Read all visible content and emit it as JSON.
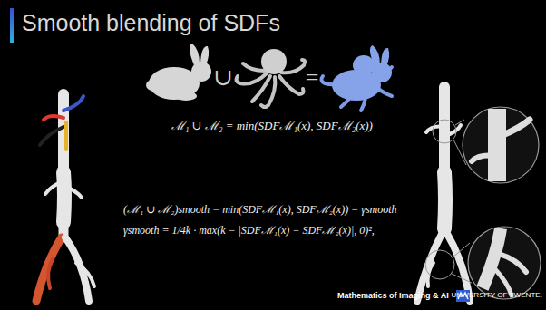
{
  "diagram": {
    "title": "Smooth blending of SDFs",
    "labels": [
      "∪",
      "=",
      "ℳ₁ ∪ ℳ₂ = min(SDFℳ₁(x), SDFℳ₂(x))",
      "(ℳ₁ ∪ ℳ₂)smooth = min(SDFℳ₁(x), SDFℳ₂(x)) − γsmooth",
      "γsmooth = 1/4k · max(k − |SDFℳ₁(x) − SDFℳ₂(x)|, 0)²,",
      "Mathematics of Imaging & AI",
      "UNIVERSITY OF TWENTE."
    ]
  }
}
